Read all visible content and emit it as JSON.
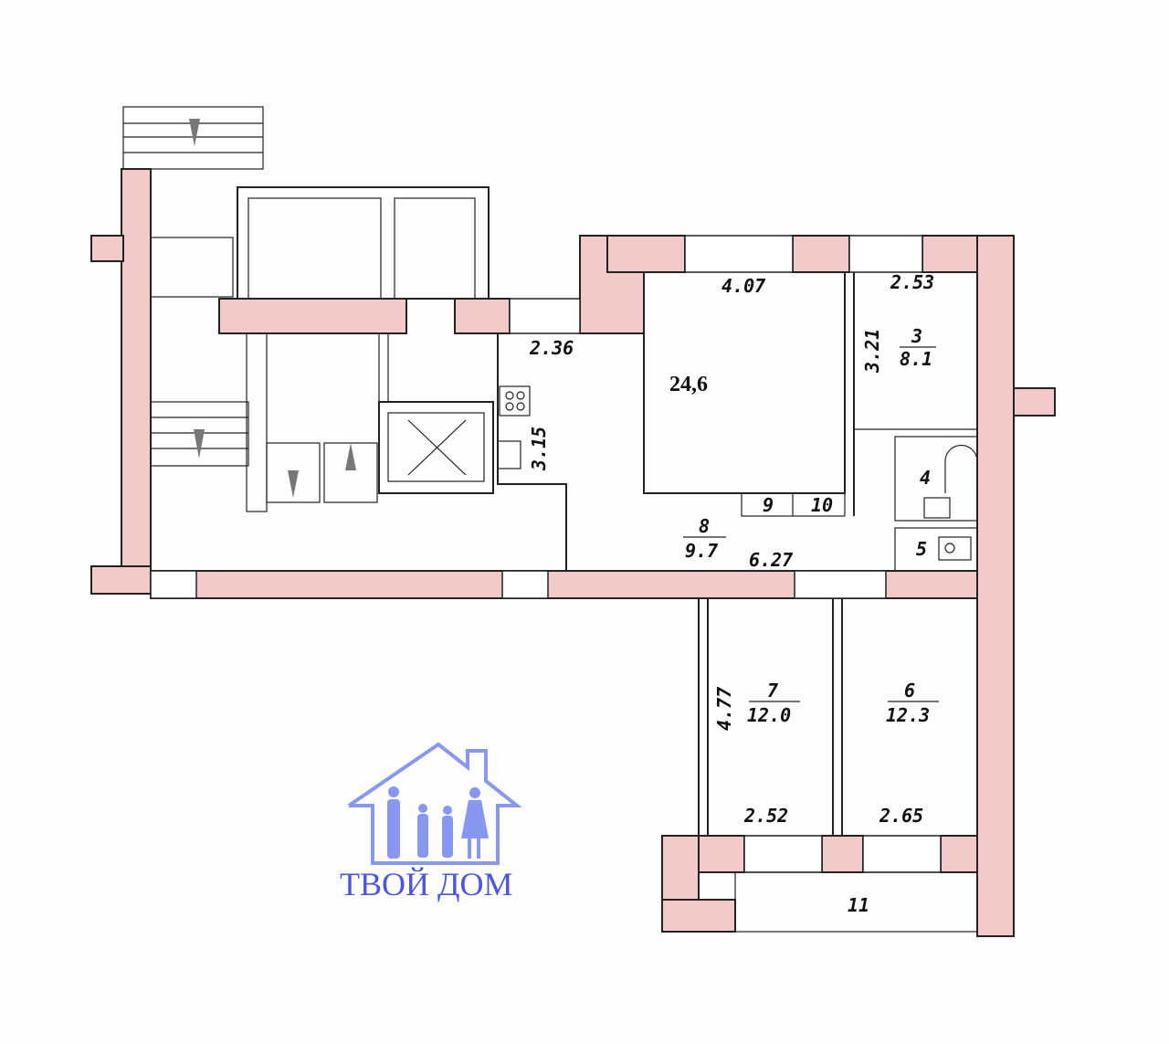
{
  "rooms": {
    "main_area": "24,6",
    "room3": {
      "number": "3",
      "area": "8.1"
    },
    "room4": {
      "number": "4"
    },
    "room5": {
      "number": "5"
    },
    "room6": {
      "number": "6",
      "area": "12.3"
    },
    "room7": {
      "number": "7",
      "area": "12.0"
    },
    "room8": {
      "number": "8",
      "area": "9.7"
    },
    "room9": {
      "number": "9"
    },
    "room10": {
      "number": "10"
    },
    "room11": {
      "number": "11"
    }
  },
  "dimensions": {
    "d407": "4.07",
    "d253": "2.53",
    "d236": "2.36",
    "d321": "3.21",
    "d315": "3.15",
    "d627": "6.27",
    "d477": "4.77",
    "d252": "2.52",
    "d265": "2.65"
  },
  "logo": {
    "text": "ТВОЙ ДОМ",
    "color": "#4a55e0"
  },
  "colors": {
    "wall": "#f3caca"
  }
}
